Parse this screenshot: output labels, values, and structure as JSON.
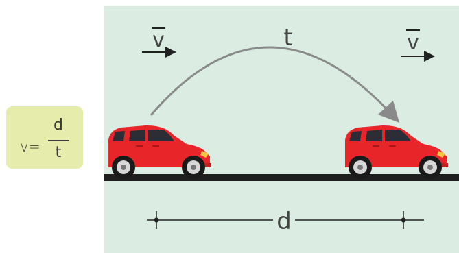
{
  "formula": {
    "lhs": "v=",
    "numerator": "d",
    "denominator": "t"
  },
  "labels": {
    "velocity_left": "v",
    "velocity_right": "v",
    "time": "t",
    "distance": "d"
  },
  "colors": {
    "panel": "#dbece3",
    "formula_box": "#e6ecab",
    "car_body": "#e8262a",
    "road": "#1f1f1f",
    "arc": "#8a8a8a"
  },
  "icons": [
    "car-icon",
    "curved-arrow-icon",
    "velocity-arrow-icon"
  ]
}
